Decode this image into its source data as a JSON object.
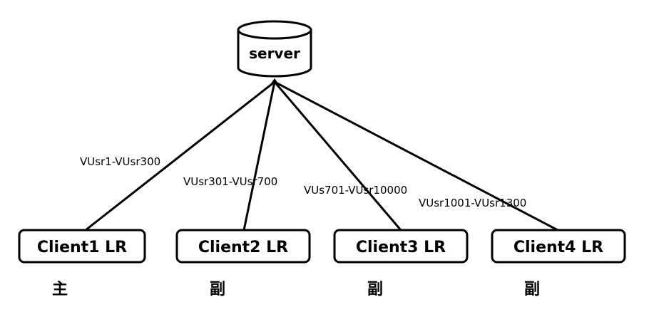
{
  "server": {
    "label": "server"
  },
  "clients": [
    {
      "label": "Client1 LR",
      "role": "主",
      "range": "VUsr1-VUsr300"
    },
    {
      "label": "Client2 LR",
      "role": "副",
      "range": "VUsr301-VUsr700"
    },
    {
      "label": "Client3 LR",
      "role": "副",
      "range": "VUs701-VUsr10000"
    },
    {
      "label": "Client4 LR",
      "role": "副",
      "range": "VUsr1001-VUsr1300"
    }
  ]
}
